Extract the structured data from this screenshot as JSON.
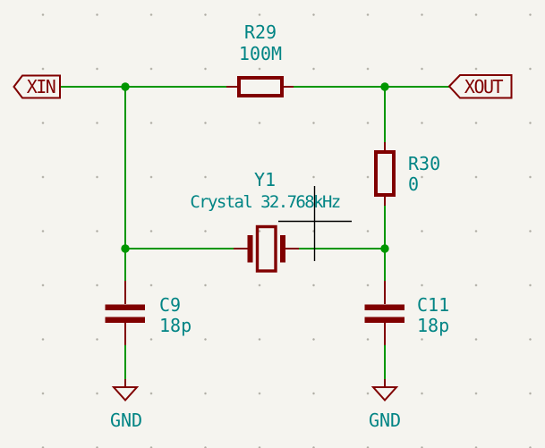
{
  "colors": {
    "background": "#F5F4EF",
    "grid_dot": "#ADABA2",
    "wire": "#009600",
    "junction": "#009600",
    "component_body": "#800000",
    "pin": "#800000",
    "port_outline": "#800000",
    "port_text": "#800000",
    "field_text": "#008484",
    "crosshair": "#000000"
  },
  "ports": {
    "xin": {
      "label": "XIN"
    },
    "xout": {
      "label": "XOUT"
    }
  },
  "components": {
    "r29": {
      "reference": "R29",
      "value": "100M"
    },
    "r30": {
      "reference": "R30",
      "value": "0"
    },
    "y1": {
      "reference": "Y1",
      "value": "Crystal 32.768kHz"
    },
    "c9": {
      "reference": "C9",
      "value": "18p"
    },
    "c11": {
      "reference": "C11",
      "value": "18p"
    }
  },
  "power": {
    "gnd_left": {
      "label": "GND"
    },
    "gnd_right": {
      "label": "GND"
    }
  }
}
